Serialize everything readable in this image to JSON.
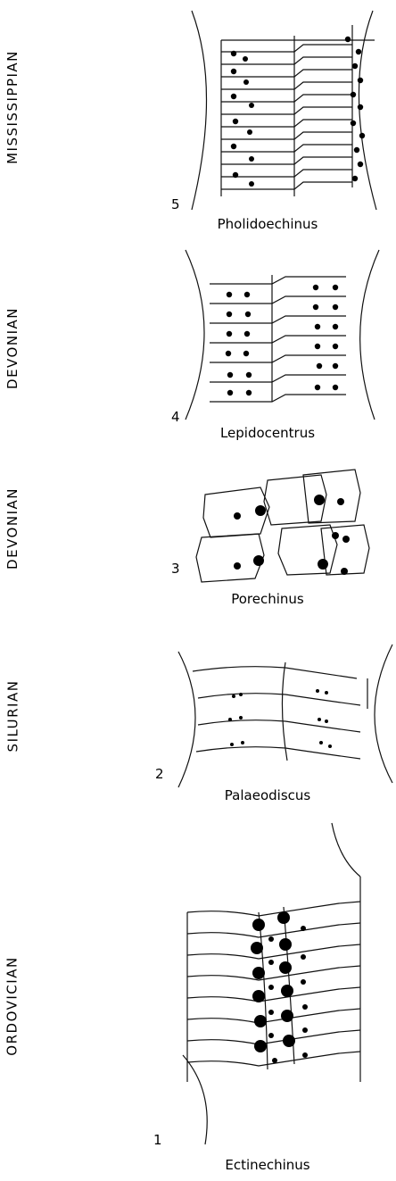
{
  "panels": [
    {
      "period": "MISSISSIPPIAN",
      "number": "5",
      "genus": "Pholidoechinus"
    },
    {
      "period": "DEVONIAN",
      "number": "4",
      "genus": "Lepidocentrus"
    },
    {
      "period": "DEVONIAN",
      "number": "3",
      "genus": "Porechinus"
    },
    {
      "period": "SILURIAN",
      "number": "2",
      "genus": "Palaeodiscus"
    },
    {
      "period": "ORDOVICIAN",
      "number": "1",
      "genus": "Ectinechinus"
    }
  ]
}
